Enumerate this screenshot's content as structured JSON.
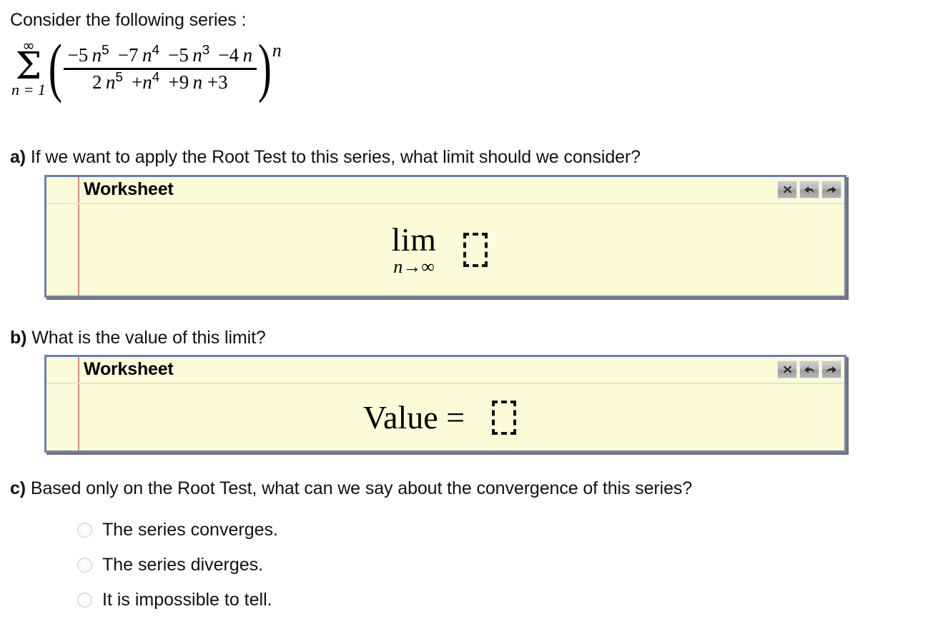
{
  "intro": {
    "text": "Consider the following series :"
  },
  "series_formula": {
    "sum_upper": "∞",
    "sum_symbol": "Σ",
    "sum_lower": "n = 1",
    "left_paren": "(",
    "right_paren": ")",
    "numerator_parts": [
      {
        "coef": "−5 ",
        "var": "n",
        "power": "5"
      },
      {
        "coef": " −7 ",
        "var": "n",
        "power": "4"
      },
      {
        "coef": " −5 ",
        "var": "n",
        "power": "3"
      },
      {
        "coef": " −4 ",
        "var": "n",
        "power": ""
      }
    ],
    "denominator_parts": [
      {
        "coef": "2 ",
        "var": "n",
        "power": "5"
      },
      {
        "coef": " +",
        "var": "n",
        "power": "4"
      },
      {
        "coef": " +9 ",
        "var": "n",
        "power": ""
      },
      {
        "coef": "+3",
        "var": "",
        "power": ""
      }
    ],
    "numerator_plain": "−5 n5 −7 n4 −5 n3 −4 n",
    "denominator_plain": "2 n5 +n4 +9 n+3",
    "outer_exponent": "n"
  },
  "questions": {
    "a": {
      "label": "a)",
      "text": " If we want to apply the Root Test to this series, what limit should we consider?"
    },
    "b": {
      "label": "b)",
      "text": " What is the value of this limit?"
    },
    "c": {
      "label": "c)",
      "text": " Based only on the Root Test, what can we say about the convergence of this series?"
    }
  },
  "worksheet_a": {
    "title": "Worksheet",
    "toolbar": [
      {
        "name": "close-icon",
        "label": "✖",
        "tooltip": "Close"
      },
      {
        "name": "undo-icon",
        "label": "↶",
        "tooltip": "Undo"
      },
      {
        "name": "redo-icon",
        "label": "↷",
        "tooltip": "Redo"
      }
    ],
    "expression": {
      "lim": "lim",
      "lim_var": "n",
      "lim_arrow": "→",
      "lim_target": "∞",
      "answer_value": ""
    }
  },
  "worksheet_b": {
    "title": "Worksheet",
    "toolbar": [
      {
        "name": "close-icon",
        "label": "✖",
        "tooltip": "Close"
      },
      {
        "name": "undo-icon",
        "label": "↶",
        "tooltip": "Undo"
      },
      {
        "name": "redo-icon",
        "label": "↷",
        "tooltip": "Redo"
      }
    ],
    "expression": {
      "value_label": "Value =",
      "answer_value": ""
    }
  },
  "options": {
    "selected_index": -1,
    "items": [
      {
        "label": "The series converges."
      },
      {
        "label": "The series diverges."
      },
      {
        "label": "It is impossible to tell."
      }
    ]
  },
  "colors": {
    "worksheet_background": "#fbfbd8",
    "worksheet_border": "#6f7fab",
    "margin_rule": "#e08a84",
    "header_separator": "#dfe8cd",
    "text": "#111111"
  }
}
